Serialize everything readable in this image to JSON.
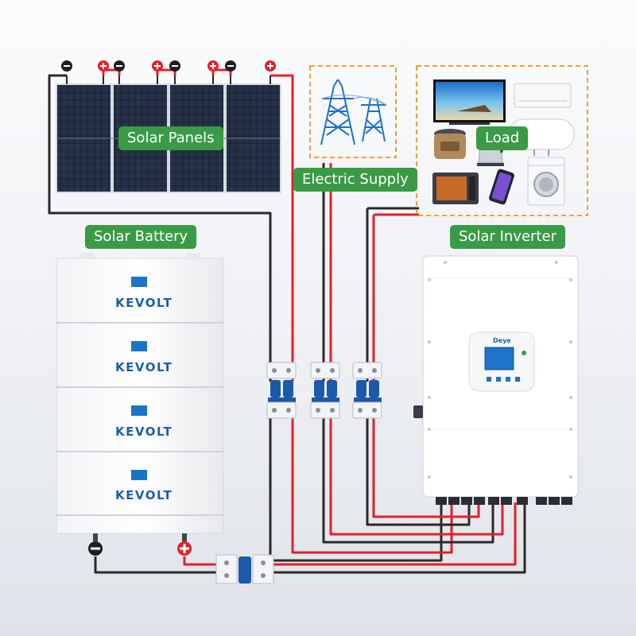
{
  "labels": {
    "solar_panels": "Solar Panels",
    "solar_battery": "Solar Battery",
    "electric_supply": "Electric Supply",
    "load": "Load",
    "solar_inverter": "Solar Inverter"
  },
  "battery": {
    "brand": "KEVOLT",
    "module_count": 4
  },
  "inverter": {
    "brand": "Deye"
  },
  "terminals": {
    "negative": "−",
    "positive": "+"
  },
  "colors": {
    "label_bg": "#3a9a46",
    "positive_wire": "#e0222b",
    "negative_wire": "#2a2a2a",
    "dashed_box": "#f0a030",
    "breaker_blue": "#1a5aa8",
    "brand_blue": "#1d5ea8"
  }
}
